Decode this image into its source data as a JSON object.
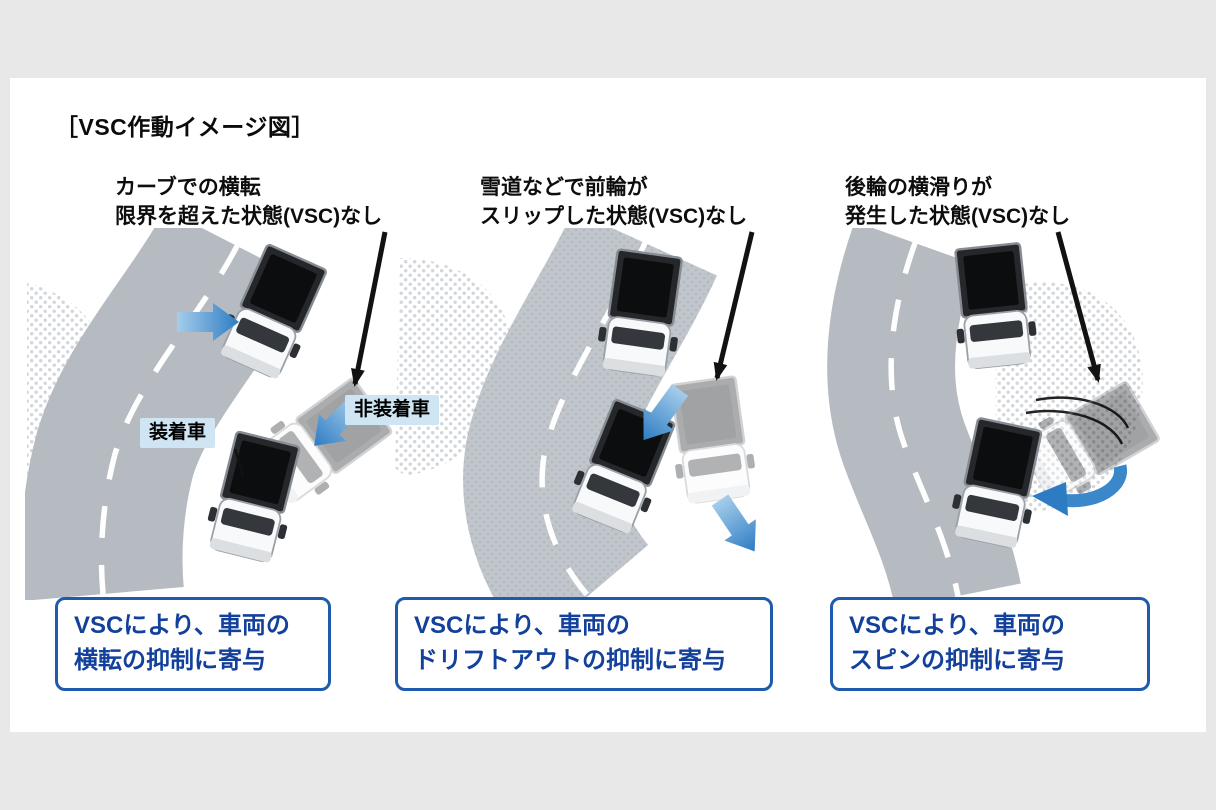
{
  "title": "［VSC作動イメージ図］",
  "colors": {
    "page_background": "#e8e8e8",
    "card_background": "#ffffff",
    "result_border": "#1f5bad",
    "result_text": "#12409b",
    "label_chip_background": "#cfe5f4",
    "road_gray": "#b5bbc1",
    "snow_road_gray": "#c0c6cb",
    "blue_arrow": "#2d7cc3",
    "pointer_arrow": "#121212"
  },
  "panels": [
    {
      "id": "rollover",
      "caption": [
        "カーブでの横転",
        "限界を超えた状態(VSC)なし"
      ],
      "result": [
        "VSCにより、車両の",
        "横転の抑制に寄与"
      ],
      "labels": [
        {
          "id": "equipped",
          "text": "装着車"
        },
        {
          "id": "not-equipped",
          "text": "非装着車"
        }
      ]
    },
    {
      "id": "drift-out",
      "caption": [
        "雪道などで前輪が",
        "スリップした状態(VSC)なし"
      ],
      "result": [
        "VSCにより、車両の",
        "ドリフトアウトの抑制に寄与"
      ]
    },
    {
      "id": "spin",
      "caption": [
        "後輪の横滑りが",
        "発生した状態(VSC)なし"
      ],
      "result": [
        "VSCにより、車両の",
        "スピンの抑制に寄与"
      ]
    }
  ]
}
